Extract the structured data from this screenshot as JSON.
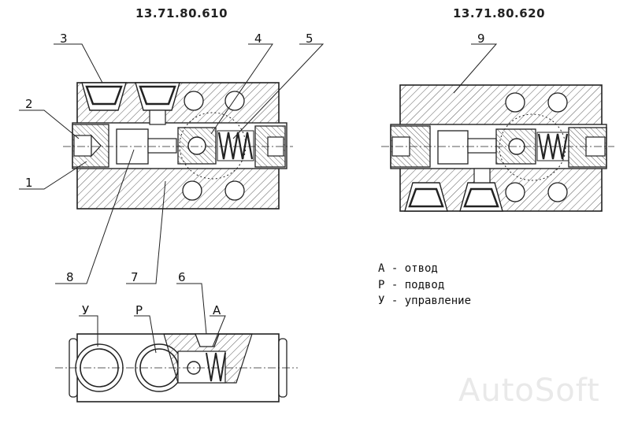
{
  "titles": {
    "left": "13.71.80.610",
    "right": "13.71.80.620"
  },
  "callouts": {
    "c1": "1",
    "c2": "2",
    "c3": "3",
    "c4": "4",
    "c5": "5",
    "c6": "6",
    "c7": "7",
    "c8": "8",
    "c9": "9",
    "port_u": "У",
    "port_p": "Р",
    "port_a": "А"
  },
  "legend": [
    "А - отвод",
    "Р - подвод",
    "У - управление"
  ],
  "watermark": "AutoSoft"
}
